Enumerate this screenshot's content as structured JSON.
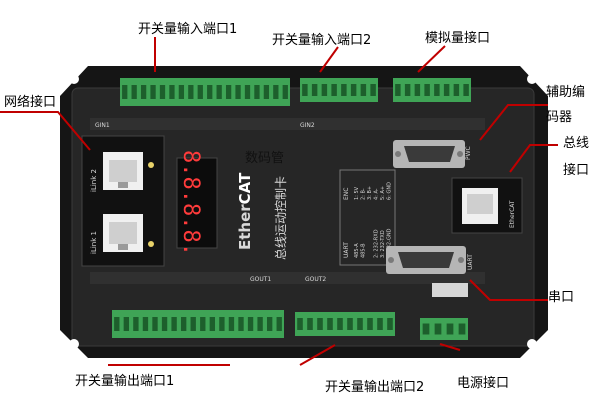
{
  "labels": {
    "di1": "开关量输入端口1",
    "di2": "开关量输入端口2",
    "analog": "模拟量接口",
    "network": "网络接口",
    "encoder_a": "辅助编",
    "encoder_b": "码器",
    "bus_a": "总线",
    "bus_b": "接口",
    "display": "数码管",
    "serial": "串口",
    "do1": "开关量输出端口1",
    "do2": "开关量输出端口2",
    "power": "电源接口"
  },
  "device": {
    "brand_prefix": "Ether",
    "brand_suffix": "CAT",
    "controller_name": "总线运动控制卡",
    "seg_display": "8.8.8.8.",
    "port_ilink2": "iLink 2",
    "port_ilink1": "iLink 1",
    "port_ethercat": "EtherCAT",
    "label_gin1": "GIN1",
    "label_gin2": "GIN2",
    "label_gout1": "GOUT1",
    "label_gout2": "GOUT2",
    "label_pwc": "PWC",
    "label_uart": "UART",
    "table_header_left": "UART",
    "table_header_right": "ENC",
    "table_rows": [
      [
        "485-A",
        "1: 5V"
      ],
      [
        "485-B",
        "2: B-"
      ],
      [
        "",
        "3: B+"
      ],
      [
        "2: 232-RXD",
        "4: A-"
      ],
      [
        "3: 232-TXD",
        "5: A+"
      ],
      [
        "5: 232-GND",
        "6: GND"
      ]
    ]
  },
  "colors": {
    "body": "#1f1f1f",
    "face": "#2a2a2a",
    "terminal": "#3fa456",
    "pointer": "#c00000"
  }
}
